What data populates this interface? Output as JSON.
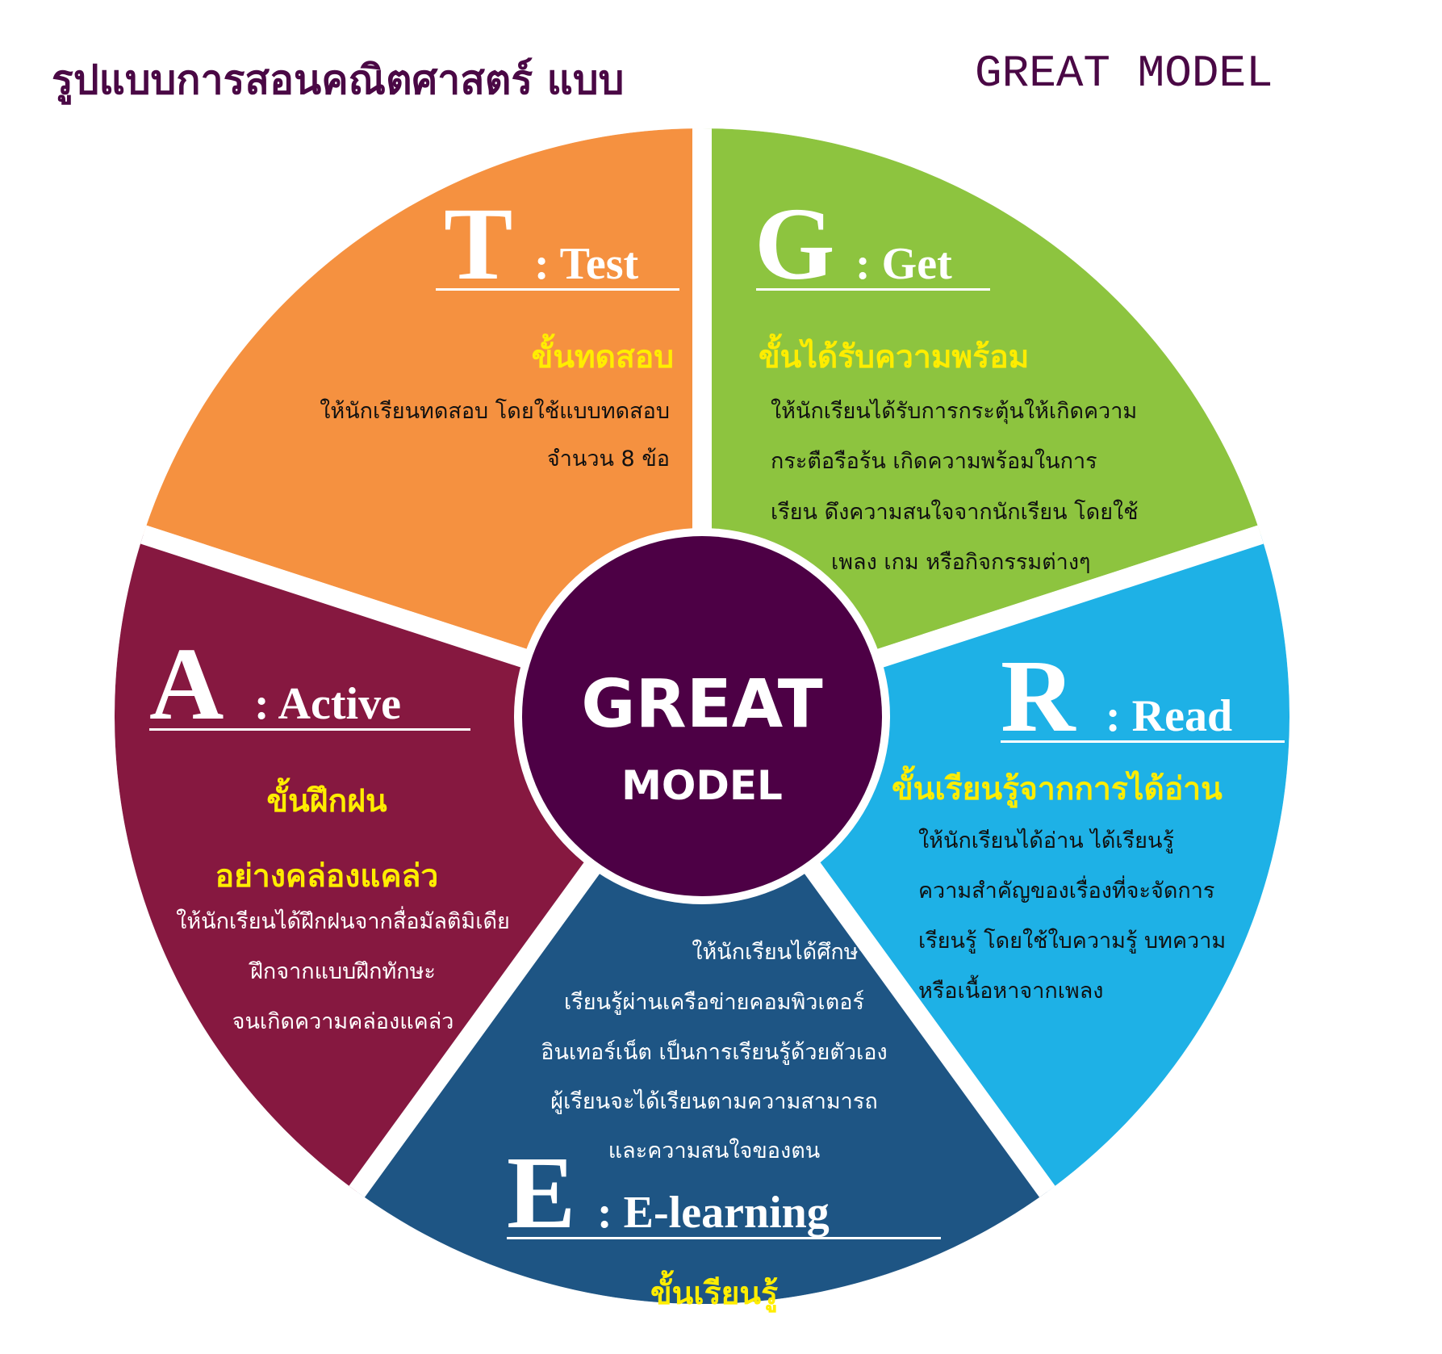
{
  "title": {
    "thai": "รูปแบบการสอนคณิตศาสตร์ แบบ",
    "english": "GREAT MODEL"
  },
  "center": {
    "line1": "GREAT",
    "line2": "MODEL"
  },
  "segments": {
    "test": {
      "letter": "T",
      "word": ": Test",
      "heading": "ขั้นทดสอบ",
      "body": [
        "ให้นักเรียนทดสอบ โดยใช้แบบทดสอบ",
        "จำนวน 8 ข้อ"
      ]
    },
    "get": {
      "letter": "G",
      "word": ": Get",
      "heading": "ขั้นได้รับความพร้อม",
      "body": [
        "ให้นักเรียนได้รับการกระตุ้นให้เกิดความ",
        "กระตือรือร้น เกิดความพร้อมในการ",
        "เรียน ดึงความสนใจจากนักเรียน โดยใช้",
        "เพลง เกม หรือกิจกรรมต่างๆ"
      ]
    },
    "read": {
      "letter": "R",
      "word": ": Read",
      "heading": "ขั้นเรียนรู้จากการได้อ่าน",
      "body": [
        "ให้นักเรียนได้อ่าน ได้เรียนรู้",
        "ความสำคัญของเรื่องที่จะจัดการ",
        "เรียนรู้ โดยใช้ใบความรู้ บทความ",
        "หรือเนื้อหาจากเพลง"
      ]
    },
    "elearning": {
      "letter": "E",
      "word": ": E-learning",
      "heading": "ขั้นเรียนรู้",
      "body": [
        "ให้นักเรียนได้ศึกษา",
        "เรียนรู้ผ่านเครือข่ายคอมพิวเตอร์",
        "อินเทอร์เน็ต เป็นการเรียนรู้ด้วยตัวเอง",
        "ผู้เรียนจะได้เรียนตามความสามารถ",
        "และความสนใจของตน"
      ]
    },
    "active": {
      "letter": "A",
      "word": ": Active",
      "heading1": "ขั้นฝึกฝน",
      "heading2": "อย่างคล่องแคล่ว",
      "body": [
        "ให้นักเรียนได้ฝึกฝนจากสื่อมัลติมิเดีย",
        "ฝึกจากแบบฝึกทักษะ",
        "จนเกิดความคล่องแคล่ว"
      ]
    }
  },
  "colors": {
    "title": "#4a0845",
    "test": "#f59140",
    "get": "#8dc43f",
    "read": "#1eb1e6",
    "elearning": "#1e5584",
    "active": "#861840",
    "center": "#4d0045",
    "heading": "#ffed00",
    "outline": "#ffffff"
  }
}
